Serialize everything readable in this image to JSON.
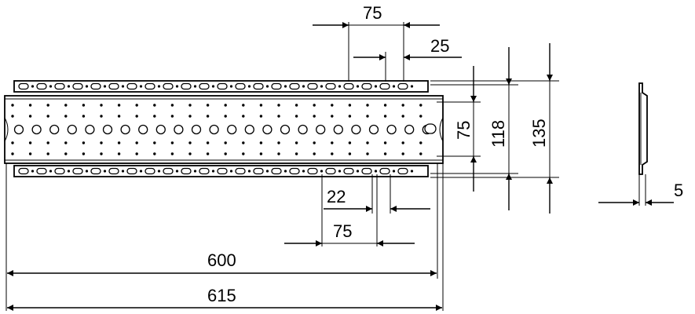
{
  "dimensions": {
    "top_spacing_75": "75",
    "top_offset_25": "25",
    "bottom_offset_22": "22",
    "bottom_spacing_75": "75",
    "width_600": "600",
    "width_615": "615",
    "height_75": "75",
    "height_118": "118",
    "height_135": "135",
    "thickness_5": "5"
  }
}
